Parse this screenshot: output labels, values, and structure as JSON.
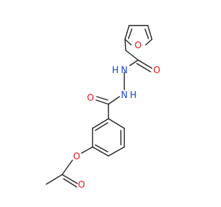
{
  "structure": {
    "atom_labels": {
      "furan_o": "O",
      "furoyl_o": "O",
      "nh_upper_n": "N",
      "nh_upper_h": "H",
      "nh_lower_n": "N",
      "nh_lower_h": "H",
      "benzoyl_o": "O",
      "ester_o": "O",
      "acetyl_o": "O"
    },
    "colors": {
      "bond": "#1a1a1a",
      "oxygen": "#e8141e",
      "nitrogen": "#1a45c8"
    }
  }
}
